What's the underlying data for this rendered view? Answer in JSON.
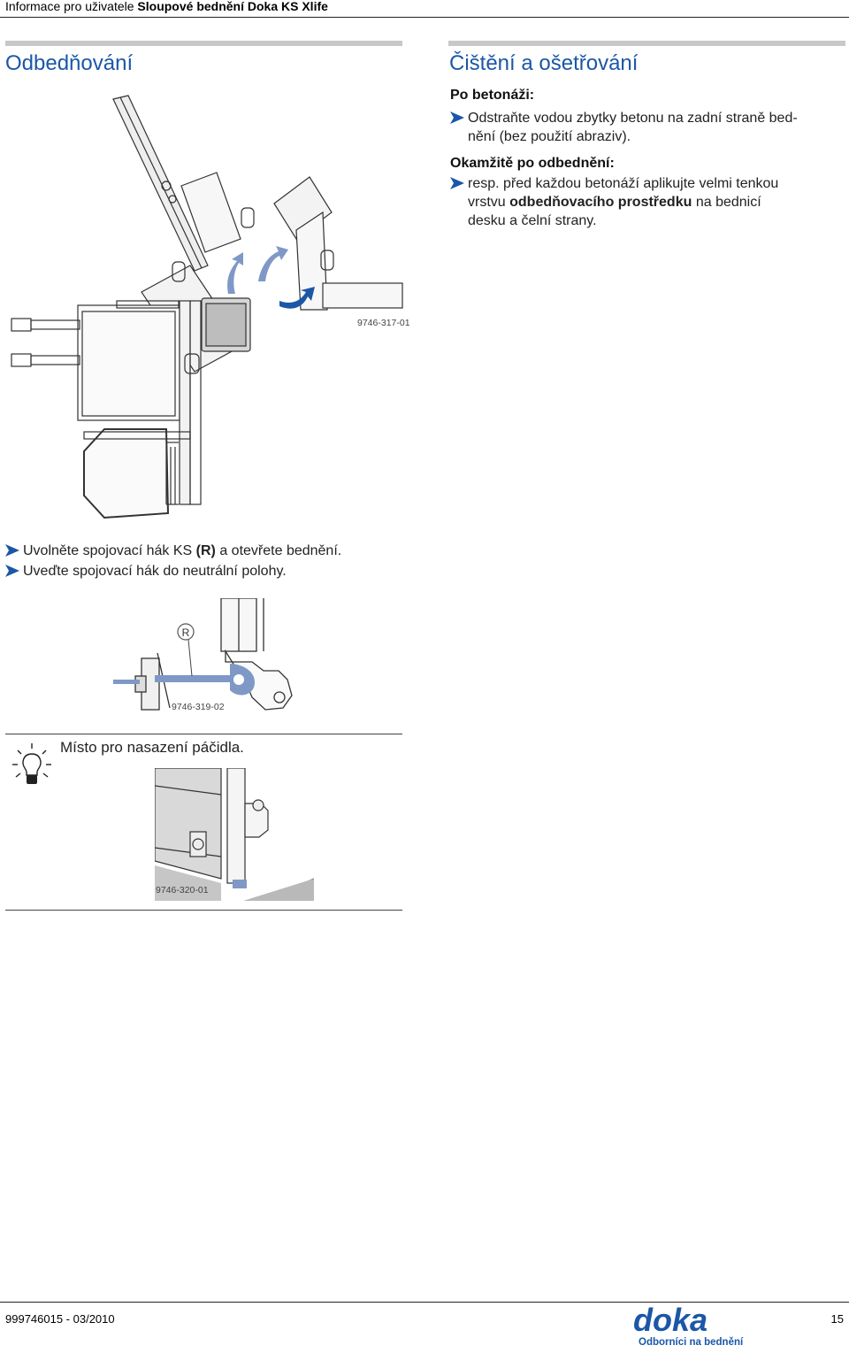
{
  "header": {
    "prefix": "Informace pro uživatele",
    "title": "Sloupové bednění Doka KS Xlife"
  },
  "left": {
    "title": "Odbedňování",
    "figure1_label": "9746-317-01",
    "steps": [
      {
        "parts": [
          {
            "t": "Uvolněte spojovací hák KS "
          },
          {
            "t": "(R)",
            "b": true
          },
          {
            "t": " a otevřete bednění."
          }
        ]
      },
      {
        "parts": [
          {
            "t": "Uveďte spojovací hák do neutrální polohy."
          }
        ]
      }
    ],
    "figure2_label": "9746-319-02",
    "figure2_callout": "R",
    "tip": "Místo pro nasazení páčidla.",
    "figure3_label": "9746-320-01"
  },
  "right": {
    "title": "Čištění a ošetřování",
    "section1": {
      "heading": "Po betonáži:",
      "bullet_lines": [
        "Odstraňte vodou zbytky betonu na zadní straně bed-",
        "nění (bez použití abraziv)."
      ]
    },
    "section2": {
      "heading": "Okamžitě po odbednění:",
      "line1": "resp. před každou betonáží aplikujte velmi tenkou",
      "line2_pre": "vrstvu ",
      "line2_bold": "odbedňovacího prostředku",
      "line2_post": " na bednicí",
      "line3": "desku a čelní strany."
    }
  },
  "footer": {
    "doc_number": "999746015  - 03/2010",
    "page_number": "15",
    "logo_text": "doka",
    "logo_tagline": "Odborníci na bednění"
  },
  "colors": {
    "accent": "#1b57a6",
    "bar": "#c8c8c8"
  }
}
